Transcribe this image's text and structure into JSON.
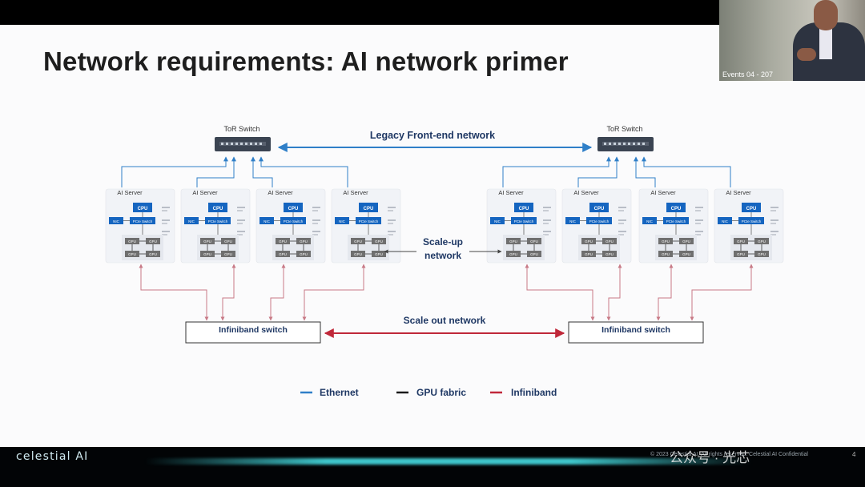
{
  "slide": {
    "title": "Network requirements: AI network primer",
    "page_number": "4"
  },
  "webcam": {
    "label": "Events 04 - 207"
  },
  "diagram": {
    "tor_switch_label": "ToR Switch",
    "legacy_network_label": "Legacy Front-end network",
    "ai_server_label": "AI Server",
    "cpu_label": "CPU",
    "nic_label": "NIC",
    "pcie_switch_label": "PCIe Switch",
    "gpu_label": "GPU",
    "scale_up_label": "Scale-up network",
    "scale_up_line1": "Scale-up",
    "scale_up_line2": "network",
    "scale_out_label": "Scale out network",
    "infiniband_switch_label": "Infiniband switch"
  },
  "legend": [
    {
      "label": "Ethernet",
      "color": "#2f7fc8"
    },
    {
      "label": "GPU fabric",
      "color": "#1a1a1a"
    },
    {
      "label": "Infiniband",
      "color": "#c0283a"
    }
  ],
  "colors": {
    "ethernet": "#2f7fc8",
    "gpu_fabric": "#1a1a1a",
    "infiniband": "#c0283a",
    "cpu_block": "#1565c0",
    "gpu_block": "#6f6f6f",
    "heading": "#1f3864"
  },
  "footer": {
    "logo": "celestial AI",
    "copyright": "© 2023 Celestial AI. All rights reserved. Celestial AI Confidential",
    "watermark": "公众号 · 光芯"
  }
}
